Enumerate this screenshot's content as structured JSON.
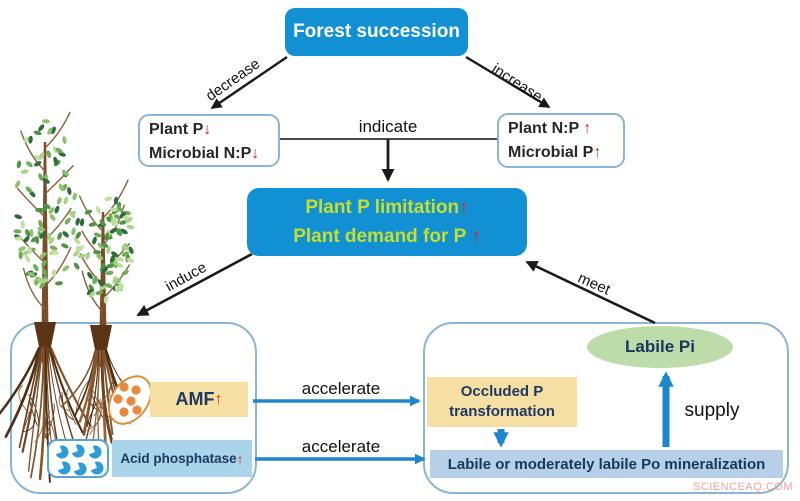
{
  "figure": {
    "top_box": {
      "label": "Forest succession"
    },
    "left_box": {
      "lines": [
        {
          "label": "Plant P",
          "arrow": "↓"
        },
        {
          "label": "Microbial N:P",
          "arrow": "↓"
        }
      ]
    },
    "right_box": {
      "lines": [
        {
          "label": "Plant N:P ",
          "arrow": "↑"
        },
        {
          "label": "Microbial P",
          "arrow": "↑"
        }
      ]
    },
    "center_box": {
      "lines": [
        {
          "label": "Plant P limitation",
          "arrow": "↑"
        },
        {
          "label": "Plant demand for P ",
          "arrow": "↑"
        }
      ]
    },
    "edge_labels": {
      "decrease": "decrease",
      "increase": "increase",
      "indicate": "indicate",
      "induce": "induce",
      "meet": "meet",
      "accelerate_top": "accelerate",
      "accelerate_bottom": "accelerate",
      "supply": "supply"
    },
    "soil_box": {
      "amf": {
        "label": "AMF",
        "arrow": "↑"
      },
      "acid_phosphatase": {
        "label": "Acid phosphatase ",
        "arrow": "↑"
      }
    },
    "process_box": {
      "labile_pi": "Labile Pi",
      "occluded": "Occluded P transformation",
      "mineralization": "Labile or moderately labile Po mineralization"
    },
    "watermark": "SCIENCEAQ.COM",
    "colors": {
      "node_blue": "#1191d4",
      "highlight_yellow_green": "#c6df2b",
      "arrow_red": "#e0251f",
      "arrow_blue": "#1e86cc",
      "box_border_blue": "#8ab5d6",
      "tan_fill": "#f6dfa3",
      "light_blue_fill": "#a9d4ea",
      "bar_blue_fill": "#b7cfe9",
      "green_ellipse_fill": "#bedbaa",
      "navy_text": "#1f3864"
    }
  }
}
